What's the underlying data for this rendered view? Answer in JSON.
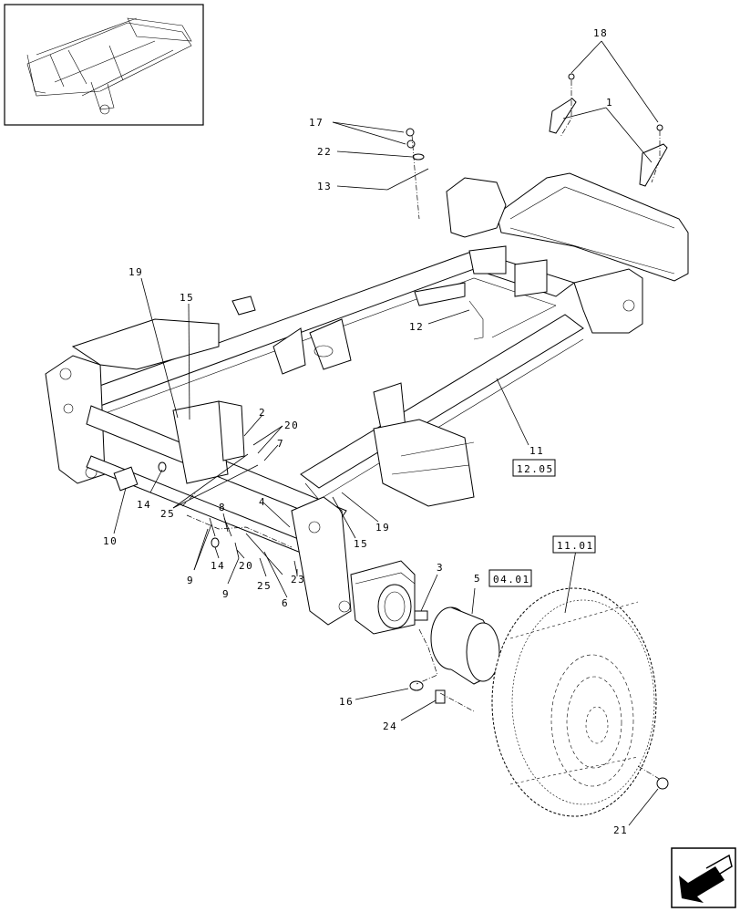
{
  "callouts": [
    {
      "id": "c18",
      "text": "18"
    },
    {
      "id": "c1",
      "text": "1"
    },
    {
      "id": "c17",
      "text": "17"
    },
    {
      "id": "c22",
      "text": "22"
    },
    {
      "id": "c13",
      "text": "13"
    },
    {
      "id": "c19a",
      "text": "19"
    },
    {
      "id": "c15a",
      "text": "15"
    },
    {
      "id": "c12",
      "text": "12"
    },
    {
      "id": "c2",
      "text": "2"
    },
    {
      "id": "c20a",
      "text": "20"
    },
    {
      "id": "c7",
      "text": "7"
    },
    {
      "id": "c25a",
      "text": "25"
    },
    {
      "id": "c14a",
      "text": "14"
    },
    {
      "id": "c10",
      "text": "10"
    },
    {
      "id": "c8",
      "text": "8"
    },
    {
      "id": "c4",
      "text": "4"
    },
    {
      "id": "c19b",
      "text": "19"
    },
    {
      "id": "c15b",
      "text": "15"
    },
    {
      "id": "c9a",
      "text": "9"
    },
    {
      "id": "c14b",
      "text": "14"
    },
    {
      "id": "c20b",
      "text": "20"
    },
    {
      "id": "c9b",
      "text": "9"
    },
    {
      "id": "c25b",
      "text": "25"
    },
    {
      "id": "c23",
      "text": "23"
    },
    {
      "id": "c6",
      "text": "6"
    },
    {
      "id": "c11",
      "text": "11"
    },
    {
      "id": "c3",
      "text": "3"
    },
    {
      "id": "c5",
      "text": "5"
    },
    {
      "id": "c16",
      "text": "16"
    },
    {
      "id": "c24",
      "text": "24"
    },
    {
      "id": "c21",
      "text": "21"
    }
  ],
  "references": [
    {
      "id": "r1205",
      "text": "12.05"
    },
    {
      "id": "r0401",
      "text": "04.01"
    },
    {
      "id": "r1101",
      "text": "11.01"
    }
  ],
  "icons": {
    "thumbnail": "frame-overview-thumbnail",
    "nav": "previous-page-arrow-icon"
  }
}
